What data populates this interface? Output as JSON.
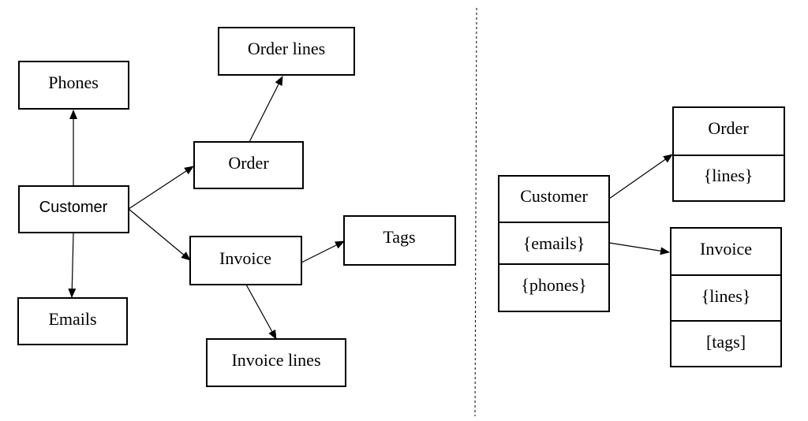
{
  "left": {
    "order_lines": "Order lines",
    "phones": "Phones",
    "order": "Order",
    "customer": "Customer",
    "tags": "Tags",
    "invoice": "Invoice",
    "emails": "Emails",
    "invoice_lines": "Invoice lines"
  },
  "right": {
    "order_title": "Order",
    "order_lines": "{lines}",
    "customer_title": "Customer",
    "customer_emails": "{emails}",
    "customer_phones": "{phones}",
    "invoice_title": "Invoice",
    "invoice_lines": "{lines}",
    "invoice_tags": "[tags]"
  }
}
